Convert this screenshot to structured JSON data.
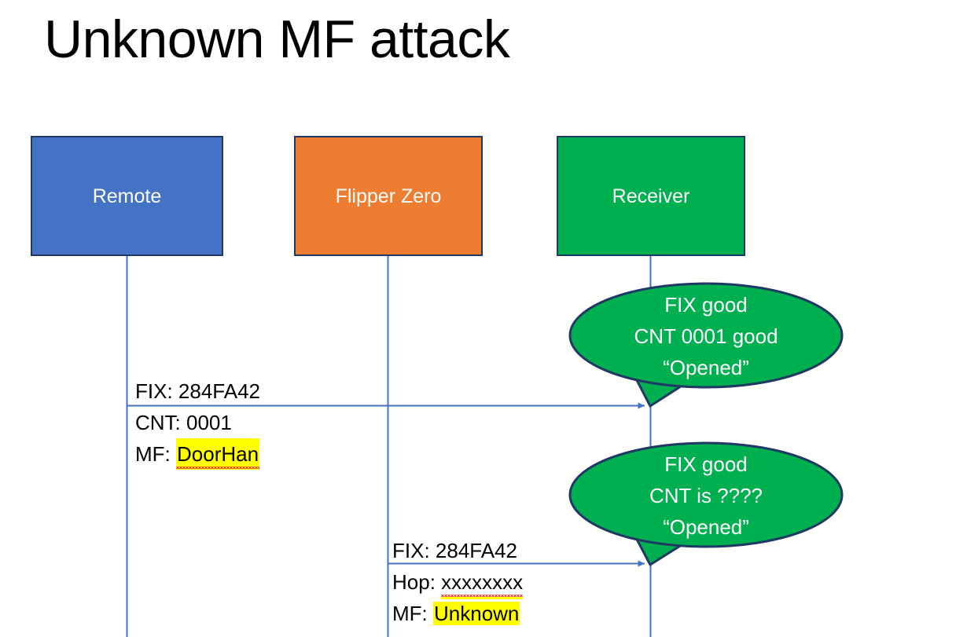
{
  "slide": {
    "title": "Unknown MF attack",
    "background": "#ffffff"
  },
  "colors": {
    "remote_fill": "#4472C4",
    "flipper_fill": "#ED7D31",
    "receiver_fill": "#00B050",
    "box_border": "#1F3864",
    "lifeline": "#4472C4",
    "arrow": "#4472C4",
    "bubble_fill": "#00B050",
    "bubble_border": "#1F3864",
    "highlight": "#FFFF00",
    "text_dark": "#000000",
    "text_light": "#ffffff",
    "spellcheck_squiggle": "#E03C31"
  },
  "actors": [
    {
      "id": "remote",
      "label": "Remote",
      "fill": "#4472C4"
    },
    {
      "id": "flipper",
      "label": "Flipper Zero",
      "fill": "#ED7D31"
    },
    {
      "id": "receiver",
      "label": "Receiver",
      "fill": "#00B050"
    }
  ],
  "messages": [
    {
      "id": "msg-1",
      "from": "remote",
      "to": "receiver",
      "lines": [
        {
          "label": "FIX: ",
          "value": "284FA42",
          "highlight": false,
          "spellcheck": false
        },
        {
          "label": "CNT: ",
          "value": "0001",
          "highlight": false,
          "spellcheck": false
        },
        {
          "label": "MF: ",
          "value": "DoorHan",
          "highlight": true,
          "spellcheck": true
        }
      ]
    },
    {
      "id": "msg-2",
      "from": "flipper",
      "to": "receiver",
      "lines": [
        {
          "label": "FIX: ",
          "value": "284FA42",
          "highlight": false,
          "spellcheck": false
        },
        {
          "label": "Hop: ",
          "value": "xxxxxxxx",
          "highlight": false,
          "spellcheck": true
        },
        {
          "label": "MF: ",
          "value": "Unknown",
          "highlight": true,
          "spellcheck": false
        }
      ]
    }
  ],
  "bubbles": [
    {
      "id": "bubble-1",
      "attached_to": "msg-1",
      "lines": [
        "FIX good",
        "CNT 0001 good",
        "“Opened”"
      ]
    },
    {
      "id": "bubble-2",
      "attached_to": "msg-2",
      "lines": [
        "FIX good",
        "CNT is ????",
        "“Opened”"
      ]
    }
  ]
}
